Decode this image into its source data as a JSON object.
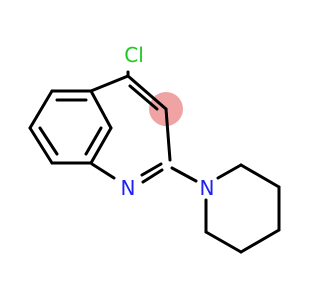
{
  "molecule": {
    "atoms": {
      "chlorine": {
        "symbol": "Cl",
        "color": "#1ec81e"
      },
      "ring_nitrogen": {
        "symbol": "N",
        "color": "#1e22f5"
      },
      "piperidine_nitrogen": {
        "symbol": "N",
        "color": "#1e22f5"
      }
    },
    "highlight_color": "#f0a3a3"
  }
}
